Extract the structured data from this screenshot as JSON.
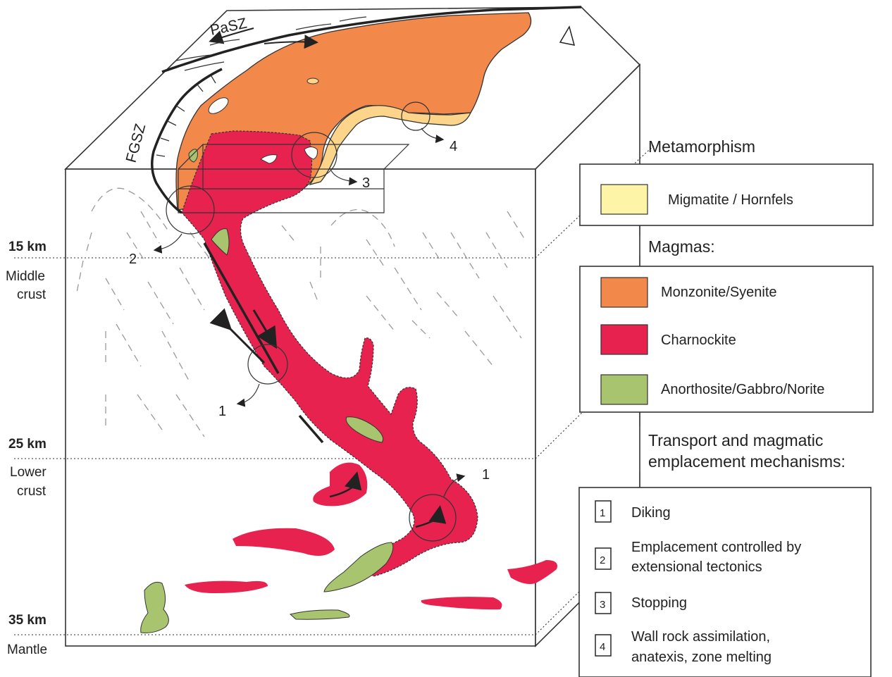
{
  "depth": {
    "d15": "15 km",
    "d25": "25 km",
    "d35": "35 km",
    "middle_1": "Middle",
    "middle_2": "crust",
    "lower_1": "Lower",
    "lower_2": "crust",
    "mantle": "Mantle"
  },
  "faults": {
    "pasz": "PaSZ",
    "fgsz": "FGSZ"
  },
  "markers": {
    "m1a": "1",
    "m1b": "1",
    "m2": "2",
    "m3": "3",
    "m4": "4"
  },
  "legend": {
    "metamorphism_title": "Metamorphism",
    "metamorphism_items": [
      {
        "label": "Migmatite / Hornfels",
        "color": "#fef4a8"
      }
    ],
    "magmas_title": "Magmas:",
    "magma_items": [
      {
        "label": "Monzonite/Syenite",
        "color": "#f2894b"
      },
      {
        "label": "Charnockite",
        "color": "#e8224f"
      },
      {
        "label": "Anorthosite/Gabbro/Norite",
        "color": "#a9c46f"
      }
    ],
    "transport_title_1": "Transport and magmatic",
    "transport_title_2": "emplacement mechanisms:",
    "mechanisms": [
      {
        "num": "1",
        "lines": [
          "Diking"
        ]
      },
      {
        "num": "2",
        "lines": [
          "Emplacement controlled by",
          "extensional tectonics"
        ]
      },
      {
        "num": "3",
        "lines": [
          "Stopping"
        ]
      },
      {
        "num": "4",
        "lines": [
          "Wall rock assimilation,",
          "anatexis, zone melting"
        ]
      }
    ]
  }
}
